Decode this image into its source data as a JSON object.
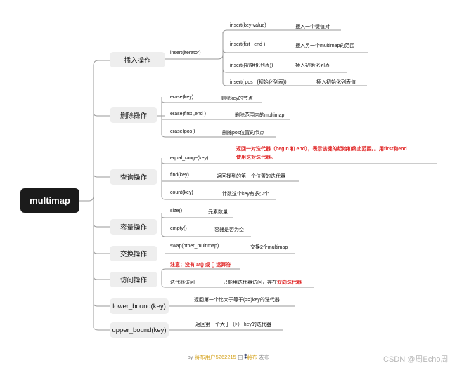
{
  "root": {
    "label": "multimap"
  },
  "categories": [
    {
      "label": "插入操作"
    },
    {
      "label": "删除操作"
    },
    {
      "label": "查询操作"
    },
    {
      "label": "容量操作"
    },
    {
      "label": "交换操作"
    },
    {
      "label": "访问操作"
    },
    {
      "label": "lower_bound(key)"
    },
    {
      "label": "upper_bound(key)"
    }
  ],
  "insert": {
    "method": "insert(iterator)",
    "items": [
      {
        "name": "insert(key-value)",
        "desc": "插入一个键值对"
      },
      {
        "name": "insert(fist , end )",
        "desc": "插入另一个multimap的范围"
      },
      {
        "name": "insert({初始化列表})",
        "desc": "插入初始化列表"
      },
      {
        "name": "insert( pos , {初始化列表})",
        "desc": "插入初始化列表值"
      }
    ]
  },
  "erase": [
    {
      "name": "erase(key)",
      "desc": "删除key的节点"
    },
    {
      "name": "erase(first ,end )",
      "desc": "删除范围内的multimap"
    },
    {
      "name": "erase(pos )",
      "desc": "删除pos位置的节点"
    }
  ],
  "query": {
    "note_line1": "返回一对迭代器（begin 和 end），表示该键的起始和终止范围。。用first和end",
    "note_line2": "使用这对迭代器。",
    "items": [
      {
        "name": "equal_range(key)",
        "desc": ""
      },
      {
        "name": "find(key)",
        "desc": "返回找到的第一个位置的迭代器"
      },
      {
        "name": "count(key)",
        "desc": "计数这个key有多少个"
      }
    ]
  },
  "capacity": [
    {
      "name": "size()",
      "desc": "元素数量"
    },
    {
      "name": "empty()",
      "desc": "容器是否为空"
    }
  ],
  "swap": {
    "name": "swap(other_multimap)",
    "desc": "交换2个multimap"
  },
  "access": {
    "note": "注意：没有 at() 或 [] 运算符",
    "name": "迭代器访问",
    "desc_prefix": "只能用迭代器访问，存在",
    "desc_highlight": "双向迭代器"
  },
  "lower_bound_desc": "返回第一个比大于等于(>=)key的迭代器",
  "upper_bound_desc": "返回第一个大于（>） key的迭代器",
  "footer": {
    "by": "by",
    "user": "蔣布用户5262215",
    "mid": "由",
    "brand": "蔣布",
    "end": "发布"
  },
  "watermark": "CSDN @周Echo周"
}
